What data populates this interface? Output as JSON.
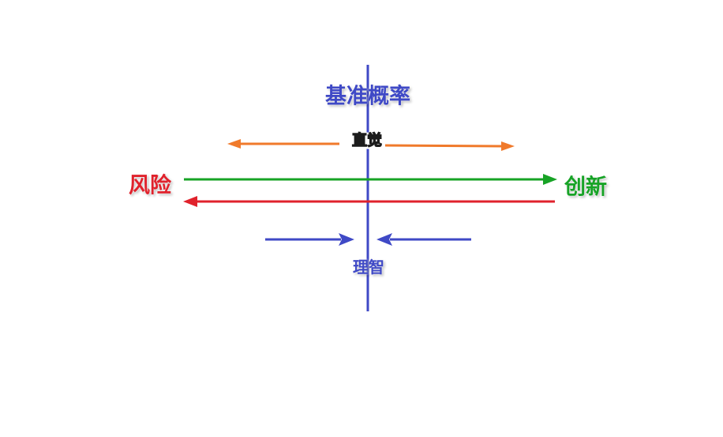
{
  "labels": {
    "base_probability": "基准概率",
    "intuition": "直觉",
    "risk": "风险",
    "innovation": "创新",
    "reason": "理智"
  },
  "colors": {
    "axis": "#3f49c6",
    "intuition": "#f07a2b",
    "risk": "#e0222c",
    "innovation": "#17a326",
    "reason": "#3f49c6"
  }
}
